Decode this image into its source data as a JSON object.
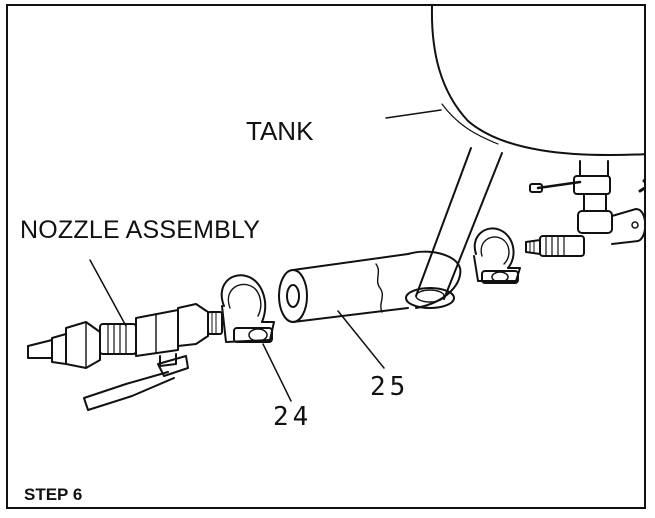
{
  "labels": {
    "tank": "TANK",
    "nozzle_assembly": "NOZZLE ASSEMBLY",
    "part_25": "25",
    "part_24": "24",
    "step": "STEP 6"
  },
  "colors": {
    "line": "#111111",
    "background": "#ffffff"
  }
}
